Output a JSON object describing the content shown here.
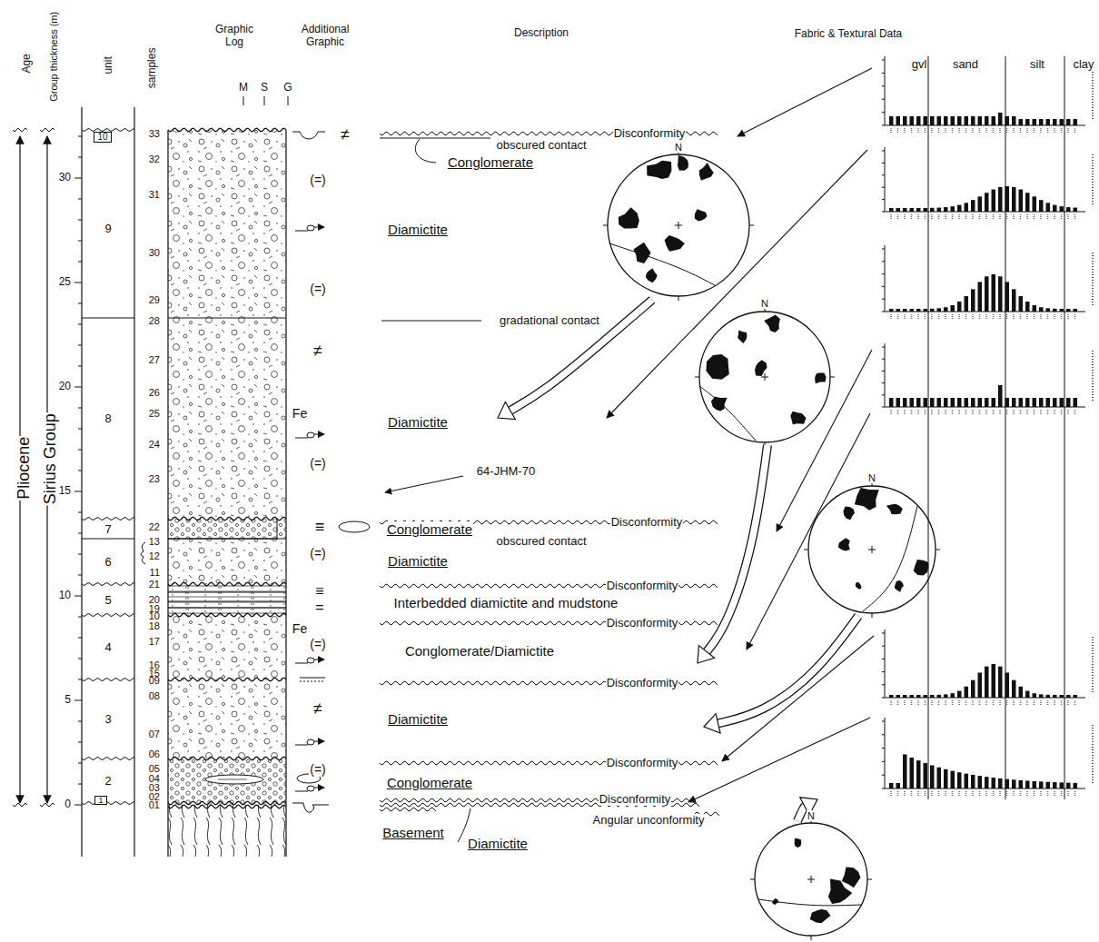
{
  "diagram": {
    "nodes": [
      {
        "text": [
          "10"
        ]
      },
      {
        "text": [
          "9"
        ]
      },
      {
        "text": [
          "8"
        ]
      },
      {
        "text": [
          "7"
        ]
      },
      {
        "text": [
          "6"
        ]
      },
      {
        "text": [
          "5"
        ]
      },
      {
        "text": [
          "4"
        ]
      },
      {
        "text": [
          "3"
        ]
      },
      {
        "text": [
          "2"
        ]
      },
      {
        "text": [
          "1"
        ]
      }
    ],
    "labels": [
      "Age",
      "Group thickness (m)",
      "unit",
      "samples",
      "Graphic Log",
      "Additional Graphic",
      "Description",
      "Fabric & Textural Data",
      "M",
      "S",
      "G",
      "Pliocene",
      "Sirius Group",
      "0",
      "5",
      "10",
      "15",
      "20",
      "25",
      "30",
      "01",
      "02",
      "03",
      "04",
      "05",
      "06",
      "07",
      "08",
      "09",
      "15",
      "16",
      "17",
      "18",
      "10",
      "19",
      "20",
      "21",
      "11",
      "12",
      "13",
      "22",
      "23",
      "24",
      "25",
      "26",
      "27",
      "28",
      "29",
      "30",
      "31",
      "32",
      "33",
      "Fe",
      "Fe",
      "≠",
      "(=)",
      "(=)",
      "≠",
      "(=)",
      "≡",
      "(=)",
      "≡",
      "=",
      "(=)",
      "≠",
      "(=)",
      "Disconformity",
      "obscured contact",
      "Conglomerate",
      "Diamictite",
      "gradational contact",
      "Diamictite",
      "64-JHM-70",
      "Conglomerate",
      "Disconformity",
      "obscured contact",
      "Diamictite",
      "Disconformity",
      "Interbedded diamictite and mudstone",
      "Disconformity",
      "Conglomerate/Diamictite",
      "Disconformity",
      "Diamictite",
      "Disconformity",
      "Conglomerate",
      "Disconformity",
      "Angular unconformity",
      "Basement",
      "Diamictite",
      "N",
      "N",
      "N",
      "N",
      "gvl",
      "sand",
      "silt",
      "clay"
    ]
  }
}
